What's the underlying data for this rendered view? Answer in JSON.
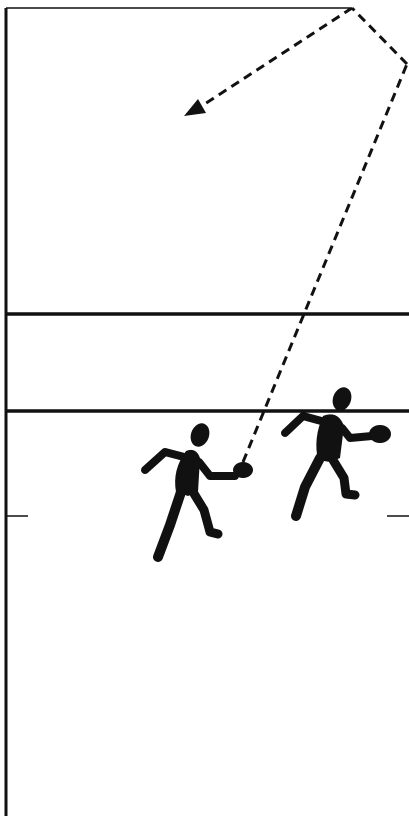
{
  "diagram": {
    "kind": "court-play-diagram",
    "background_color": "#ffffff",
    "line_color": "#111111",
    "player_color": "#111111",
    "players": [
      {
        "id": "player-left",
        "icon": "player-with-racquet-icon"
      },
      {
        "id": "player-right",
        "icon": "player-with-racquet-icon"
      }
    ],
    "ball_path": {
      "style": "dashed",
      "arrow_direction": "toward-front-wall-left",
      "bounces": 2
    }
  }
}
